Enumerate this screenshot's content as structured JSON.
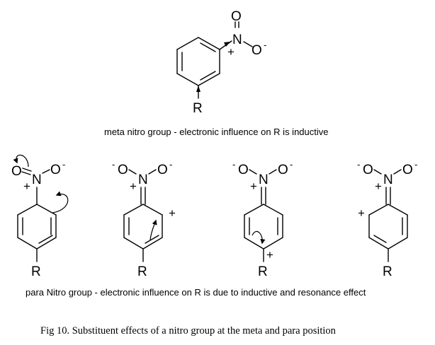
{
  "labels": {
    "oxygen": "O",
    "nitrogen": "N",
    "r_group": "R",
    "plus": "+",
    "minus": "-"
  },
  "meta_caption": "meta nitro group - electronic influence on R is inductive",
  "para_caption": "para Nitro group - electronic influence on R is due to inductive and resonance effect",
  "figure_caption": "Fig 10. Substituent effects of a nitro group at the meta and para position"
}
